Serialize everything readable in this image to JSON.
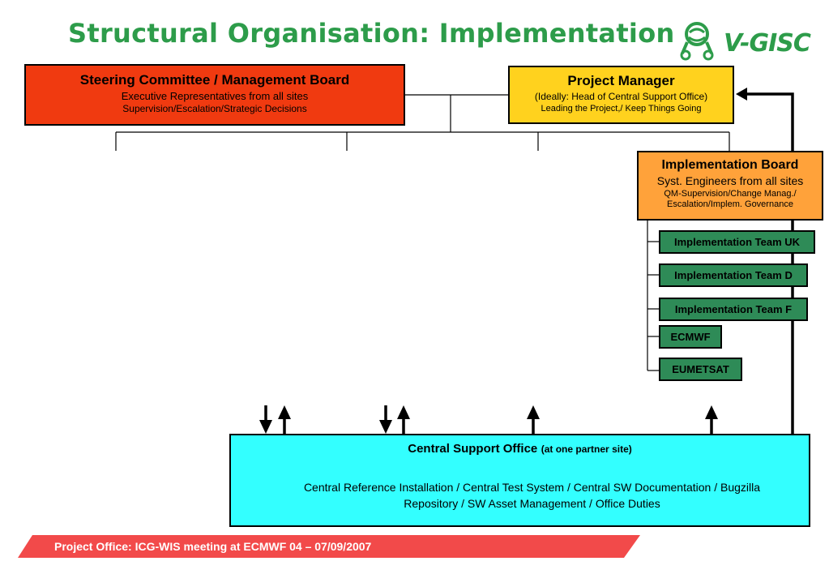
{
  "title": "Structural Organisation: Implementation",
  "logo": {
    "text": "V-GISC",
    "icon": "v-gisc-globe-icon"
  },
  "steering": {
    "heading": "Steering Committee / Management Board",
    "line1": "Executive Representatives from all sites",
    "line2": "Supervision/Escalation/Strategic Decisions"
  },
  "project_manager": {
    "heading": "Project Manager",
    "line1": "(Ideally: Head of Central Support Office)",
    "line2": "Leading the Project,/ Keep Things Going"
  },
  "implementation_board": {
    "heading": "Implementation Board",
    "line1": "Syst. Engineers from all sites",
    "line2": "QM-Supervision/Change Manag./",
    "line3": "Escalation/Implem. Governance"
  },
  "teams": [
    "Implementation Team UK",
    "Implementation Team D",
    "Implementation Team F",
    "ECMWF",
    "EUMETSAT"
  ],
  "central_support_office": {
    "heading": "Central Support Office",
    "heading_note": "(at one partner site)",
    "line1": "Central Reference Installation / Central Test System / Central SW Documentation / Bugzilla",
    "line2": "Repository / SW Asset Management / Office Duties"
  },
  "footer": "Project Office: ICG-WIS meeting at ECMWF 04 – 07/09/2007",
  "colors": {
    "title_green": "#2d9c4a",
    "steering_red": "#f03a10",
    "pm_yellow": "#ffd21e",
    "board_orange": "#ffa23a",
    "team_green": "#2e8b57",
    "cso_cyan": "#33ffff",
    "footer_red": "#f24a4a"
  }
}
